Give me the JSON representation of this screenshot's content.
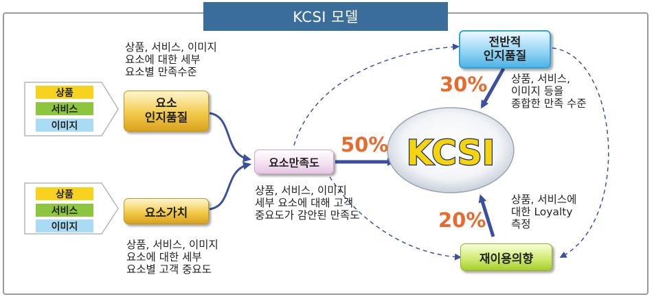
{
  "title": "KCSI 모델",
  "input_groups": [
    {
      "items": [
        "상품",
        "서비스",
        "이미지"
      ]
    },
    {
      "items": [
        "상품",
        "서비스",
        "이미지"
      ]
    }
  ],
  "nodes": {
    "element_quality": {
      "line1": "요소",
      "line2": "인지품질"
    },
    "element_value": "요소가치",
    "element_satisfaction": "요소만족도",
    "overall_quality": {
      "line1": "전반적",
      "line2": "인지품질"
    },
    "kcsi": "KCSI",
    "repurchase": "재이용의향"
  },
  "captions": {
    "element_quality": [
      "상품, 서비스, 이미지",
      "요소에 대한 세부",
      "요소별 만족수준"
    ],
    "element_value": [
      "상품, 서비스, 이미지",
      "요소에 대한 세부",
      "요소별 고객 중요도"
    ],
    "element_satisfaction": [
      "상품, 서비스, 이미지",
      "세부 요소에 대해 고객",
      "중요도가 감안된 만족도"
    ],
    "overall_quality": [
      "상품, 서비스,",
      "이미지 등을",
      "종합한 만족 수준"
    ],
    "repurchase": [
      "상품, 서비스에",
      "대한 Loyalty",
      "측정"
    ]
  },
  "weights": {
    "satisfaction": "50%",
    "overall": "30%",
    "repurchase": "20%"
  },
  "colors": {
    "title_bg": "#3a6d9a",
    "chip_yellow": "#f7d21e",
    "chip_green": "#8cc63f",
    "chip_blue": "#a9dbf4",
    "arrow": "#3b4fa0",
    "percent": "#e86a2c"
  }
}
